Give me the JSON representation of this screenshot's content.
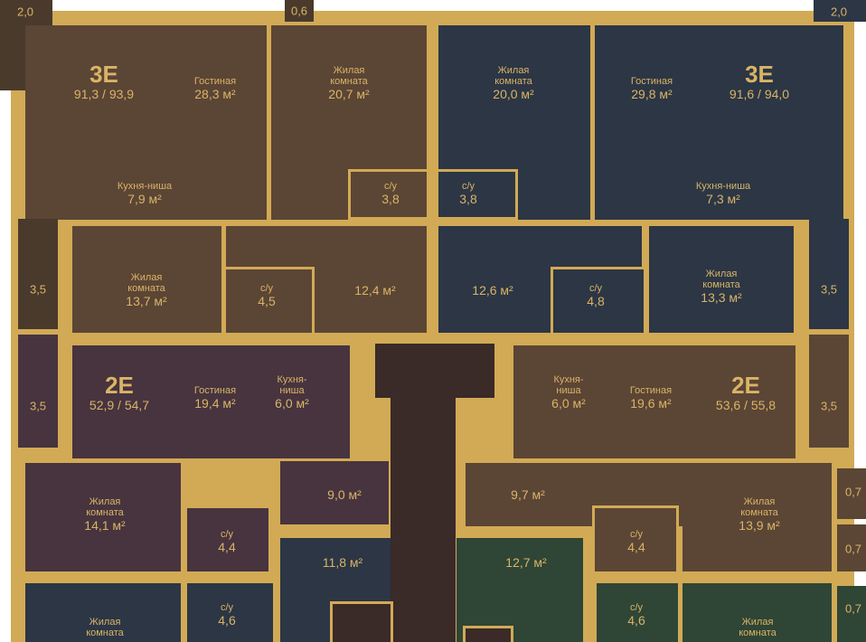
{
  "units": {
    "u3e_left": {
      "name": "3E",
      "area": "91,3 / 93,9"
    },
    "u3e_right": {
      "name": "3E",
      "area": "91,6 / 94,0"
    },
    "u2e_left": {
      "name": "2E",
      "area": "52,9 / 54,7"
    },
    "u2e_right": {
      "name": "2E",
      "area": "53,6 / 55,8"
    }
  },
  "rooms": {
    "l_living": {
      "label": "Гостиная",
      "area": "28,3 м²"
    },
    "l_bed1": {
      "label1": "Жилая",
      "label2": "комната",
      "area": "20,7 м²"
    },
    "l_kitchen": {
      "label": "Кухня-ниша",
      "area": "7,9 м²"
    },
    "l_wc1": {
      "label": "с/у",
      "area": "3,8"
    },
    "l_bed2": {
      "label1": "Жилая",
      "label2": "комната",
      "area": "13,7 м²"
    },
    "l_wc2": {
      "label": "с/у",
      "area": "4,5"
    },
    "l_hall": {
      "area": "12,4 м²"
    },
    "r_bed1": {
      "label1": "Жилая",
      "label2": "комната",
      "area": "20,0 м²"
    },
    "r_living": {
      "label": "Гостиная",
      "area": "29,8 м²"
    },
    "r_wc1": {
      "label": "с/у",
      "area": "3,8"
    },
    "r_kitchen": {
      "label": "Кухня-ниша",
      "area": "7,3 м²"
    },
    "r_hall": {
      "area": "12,6 м²"
    },
    "r_wc2": {
      "label": "с/у",
      "area": "4,8"
    },
    "r_bed2": {
      "label1": "Жилая",
      "label2": "комната",
      "area": "13,3 м²"
    },
    "l2_living": {
      "label": "Гостиная",
      "area": "19,4 м²"
    },
    "l2_kitchen": {
      "label1": "Кухня-",
      "label2": "ниша",
      "area": "6,0 м²"
    },
    "l2_hall": {
      "area": "9,0 м²"
    },
    "l2_bed": {
      "label1": "Жилая",
      "label2": "комната",
      "area": "14,1 м²"
    },
    "l2_wc": {
      "label": "с/у",
      "area": "4,4"
    },
    "r2_kitchen": {
      "label1": "Кухня-",
      "label2": "ниша",
      "area": "6,0 м²"
    },
    "r2_living": {
      "label": "Гостиная",
      "area": "19,6 м²"
    },
    "r2_hall": {
      "area": "9,7 м²"
    },
    "r2_wc": {
      "label": "с/у",
      "area": "4,4"
    },
    "r2_bed": {
      "label1": "Жилая",
      "label2": "комната",
      "area": "13,9 м²"
    },
    "bl_bed": {
      "label1": "Жилая",
      "label2": "комната"
    },
    "bl_wc": {
      "label": "с/у",
      "area": "4,6"
    },
    "bl_hall": {
      "area": "11,8 м²"
    },
    "gr_hall": {
      "area": "12,7 м²"
    },
    "gr_wc": {
      "label": "с/у",
      "area": "4,6"
    },
    "gr_bed": {
      "label1": "Жилая",
      "label2": "комната"
    }
  },
  "balconies": {
    "tl": "2,0",
    "tm": "0,6",
    "tr": "2,0",
    "l1": "3,5",
    "r1": "3,5",
    "l2": "3,5",
    "r2": "3,5",
    "e1": "0,7",
    "e2": "0,7",
    "e3": "0,7"
  }
}
